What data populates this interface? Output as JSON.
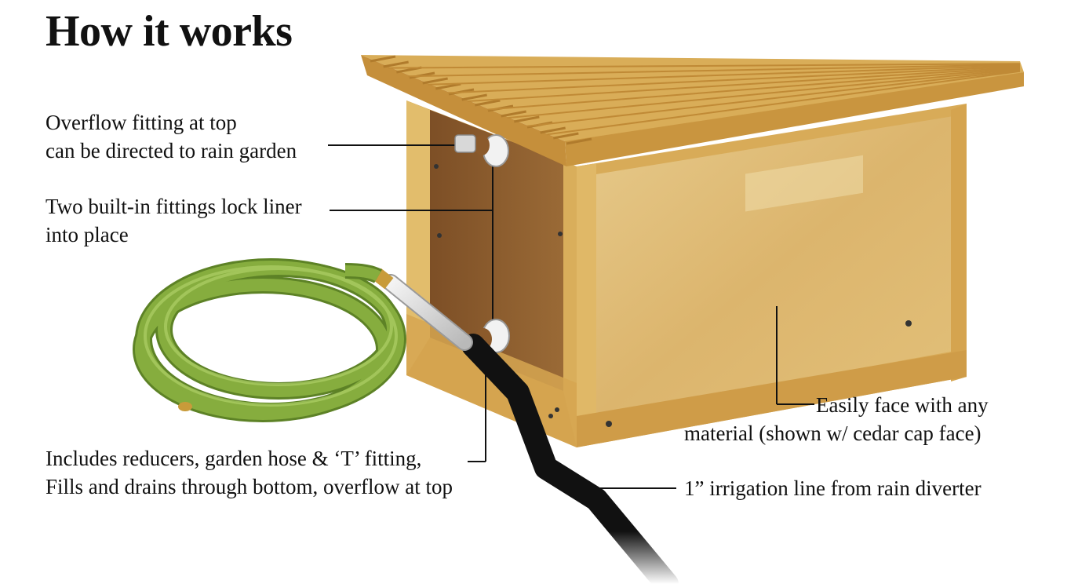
{
  "title": "How it works",
  "callouts": {
    "overflow": [
      "Overflow fitting at top",
      "can be directed to rain garden"
    ],
    "fittings": [
      "Two built-in fittings lock liner",
      "into place"
    ],
    "includes": [
      "Includes reducers, garden hose & ‘T’ fitting,",
      "Fills and drains through bottom, overflow at top"
    ],
    "face": [
      "Easily face with any",
      "material (shown w/ cedar cap face)"
    ],
    "irrigation": [
      "1” irrigation line from rain diverter"
    ]
  },
  "colors": {
    "wood_light": "#e3c277",
    "wood_mid": "#d4a54e",
    "wood_dark": "#b9852f",
    "inner_panel": "#8a5a2c",
    "hose_green": "#86ad3e",
    "hose_dark": "#5d8226",
    "irrigation_black": "#111111",
    "leader": "#111111"
  }
}
